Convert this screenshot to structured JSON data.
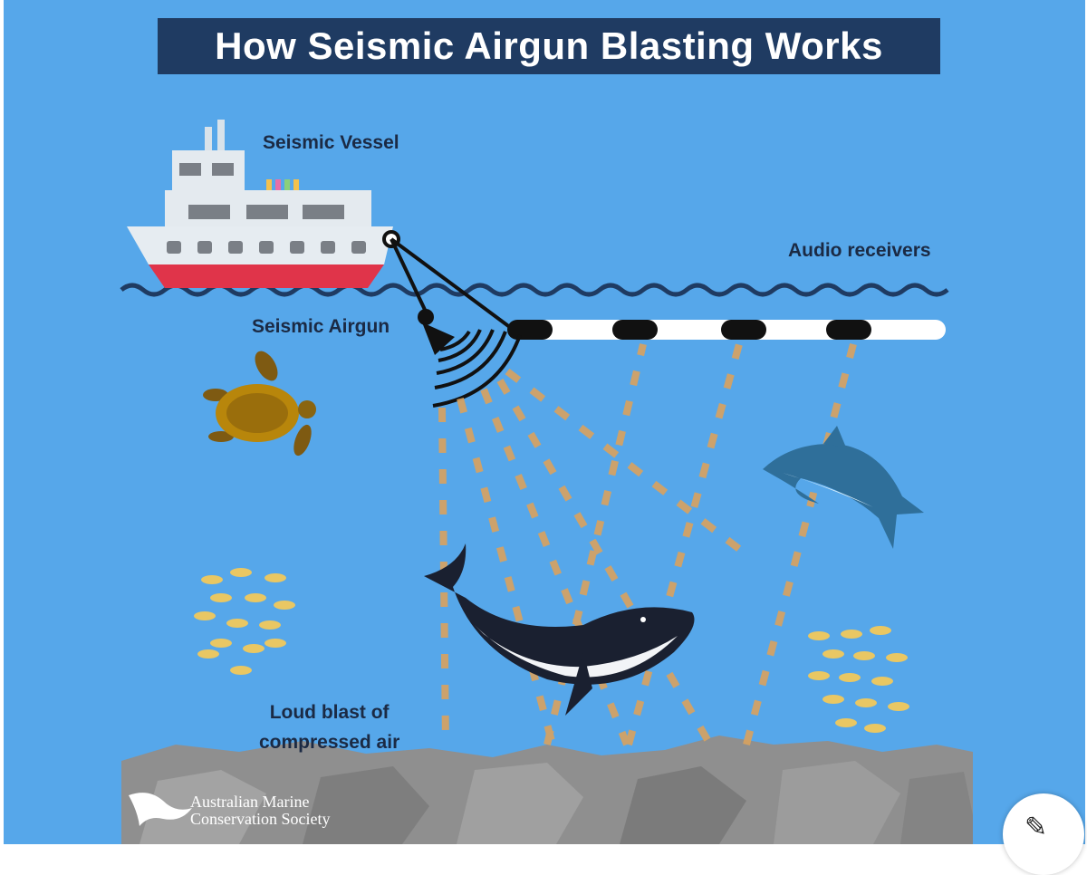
{
  "title": "How Seismic Airgun Blasting Works",
  "labels": {
    "vessel": "Seismic Vessel",
    "audio_receivers": "Audio receivers",
    "airgun": "Seismic Airgun",
    "blast_line1": "Loud blast of",
    "blast_line2": "compressed air"
  },
  "logo": {
    "line1": "Australian Marine",
    "line2": "Conservation Society",
    "icon": "whale-logo-icon"
  },
  "edit_button": {
    "icon": "pencil-edit-icon"
  },
  "colors": {
    "ocean": "#56a7ea",
    "title_bg": "#1f3b62",
    "label_text": "#1b2a44",
    "signal_dash": "#d9a25f",
    "hull_red": "#e0344a",
    "seabed": "#8f8f8f"
  }
}
